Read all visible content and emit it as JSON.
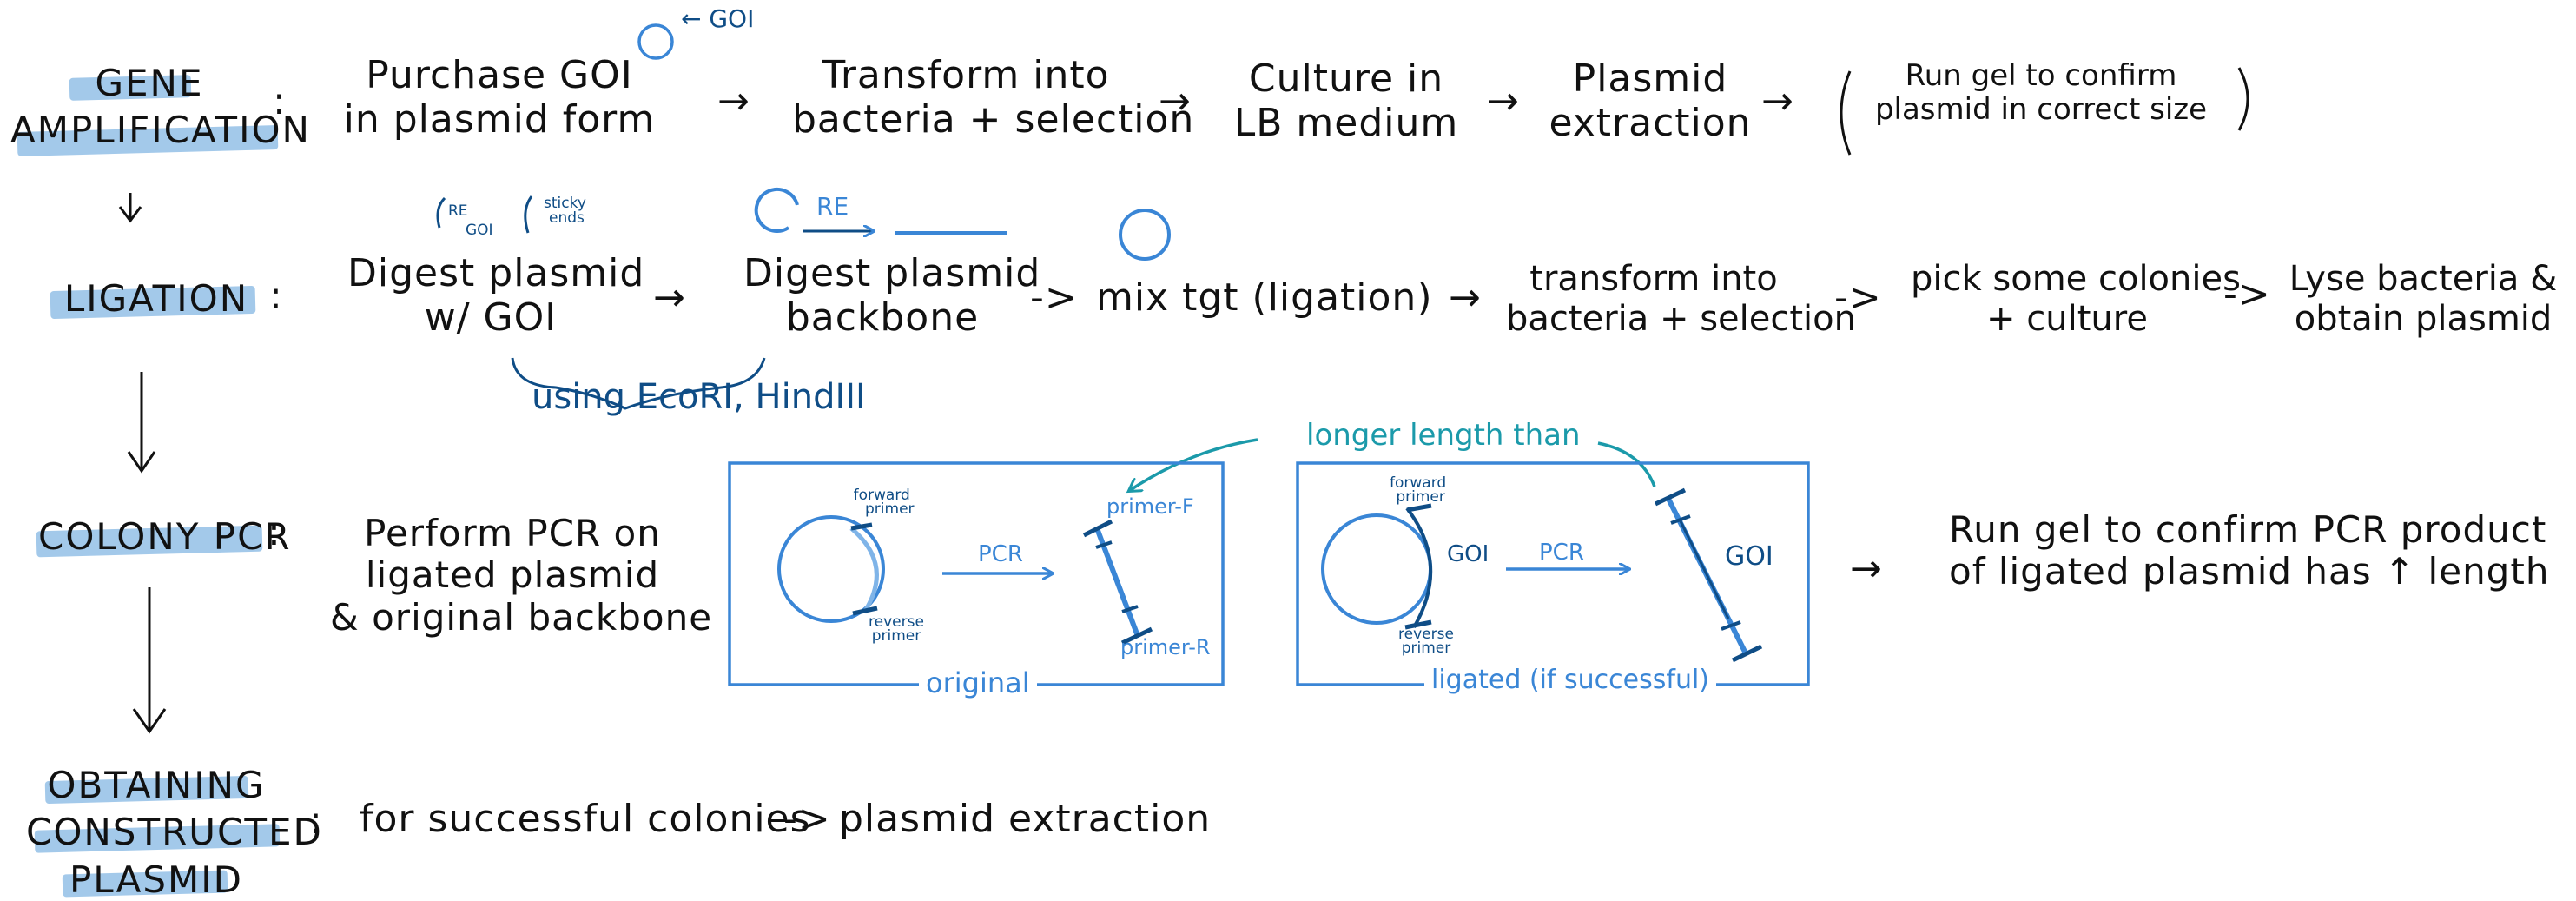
{
  "stages": {
    "gene_amp_line1": "GENE",
    "gene_amp_line2": "AMPLIFICATION",
    "ligation": "LIGATION",
    "colony_pcr": "COLONY PCR",
    "obtain_line1": "OBTAINING",
    "obtain_line2": "CONSTRUCTED",
    "obtain_line3": "PLASMID"
  },
  "colon": ":",
  "arrow": "→",
  "small_arrow": "->",
  "row1": {
    "gol_label": "← GOI",
    "s1_l1": "Purchase GOI",
    "s1_l2": "in plasmid form",
    "s2_l1": "Transform into",
    "s2_l2": "bacteria + selection",
    "s3_l1": "Culture in",
    "s3_l2": "LB medium",
    "s4_l1": "Plasmid",
    "s4_l2": "extraction",
    "s5_l1": "Run gel to confirm",
    "s5_l2": "plasmid in correct size"
  },
  "row2": {
    "re_label": "RE",
    "goi_label": "GOI",
    "sticky_l1": "sticky",
    "sticky_l2": "ends",
    "re2_label": "RE",
    "s1_l1": "Digest plasmid",
    "s1_l2": "w/ GOI",
    "s2_l1": "Digest plasmid",
    "s2_l2": "backbone",
    "enzymes": "using EcoRI, HindIII",
    "s3": "mix tgt (ligation)",
    "s4_l1": "transform into",
    "s4_l2": "bacteria + selection",
    "s5_l1": "pick some colonies",
    "s5_l2": "+ culture",
    "s6_l1": "Lyse bacteria &",
    "s6_l2": "obtain plasmid"
  },
  "row3": {
    "s1_l1": "Perform PCR on",
    "s1_l2": "ligated plasmid",
    "s1_l3": "& original backbone",
    "longer_note": "longer length than",
    "box1": {
      "forward_l1": "forward",
      "forward_l2": "primer",
      "reverse_l1": "reverse",
      "reverse_l2": "primer",
      "pcr": "PCR",
      "primer_f": "primer-F",
      "primer_r": "primer-R",
      "caption": "original"
    },
    "box2": {
      "forward_l1": "forward",
      "forward_l2": "primer",
      "reverse_l1": "reverse",
      "reverse_l2": "primer",
      "goi": "GOI",
      "pcr": "PCR",
      "goi_product": "GOI",
      "caption": "ligated (if successful)"
    },
    "s2_l1": "Run gel to confirm PCR product",
    "s2_l2": "of ligated plasmid has ↑ length"
  },
  "row4": {
    "s1": "for successful colonies",
    "s2": "plasmid extraction"
  },
  "colors": {
    "ink": "#111111",
    "highlight": "#93bfe6",
    "blue": "#3a86d6",
    "dark_blue": "#0f4d86",
    "teal": "#1b9aaa"
  }
}
